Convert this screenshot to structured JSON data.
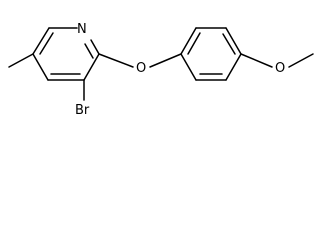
{
  "structure": {
    "atoms": {
      "nitrogen": "N",
      "bromine": "Br",
      "ether_oxygen": "O",
      "methoxy_oxygen": "O"
    },
    "line_color": "#000000",
    "background_color": "#ffffff"
  }
}
